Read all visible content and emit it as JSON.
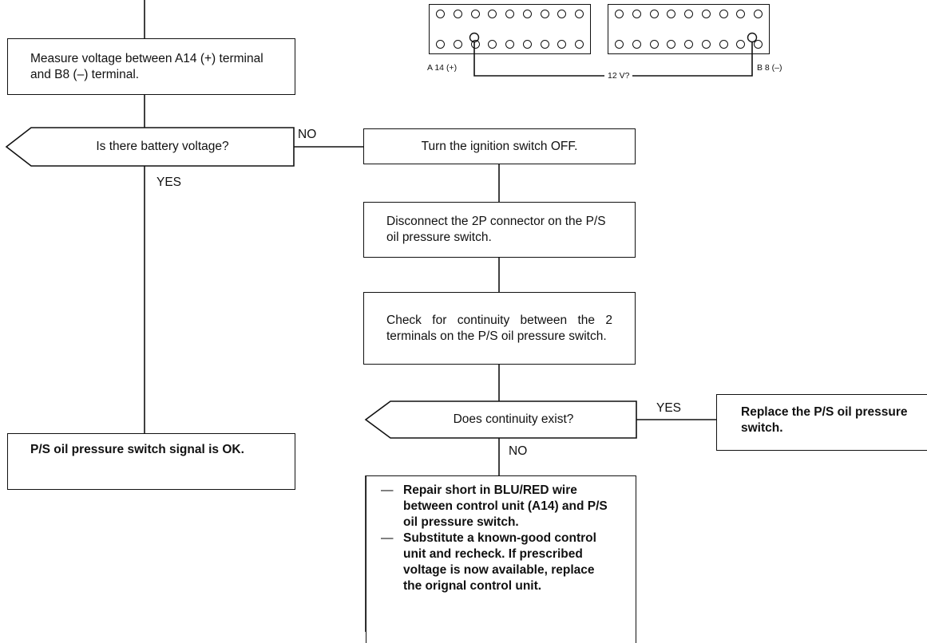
{
  "connector": {
    "left_terminal_label": "A 14 (+)",
    "right_terminal_label": "B 8 (–)",
    "voltage_label": "12 V?",
    "pins_per_row": 9
  },
  "steps": {
    "measure_voltage": "Measure voltage between A14 (+) terminal and B8 (–) terminal.",
    "battery_question": "Is there battery voltage?",
    "ignition_off": "Turn the ignition switch OFF.",
    "disconnect_connector": "Disconnect the 2P connector on the P/S oil pressure switch.",
    "check_continuity": "Check for continuity between the 2 terminals on the P/S oil pressure switch.",
    "continuity_question": "Does continuity exist?",
    "replace_switch": "Replace the P/S oil pressure switch.",
    "signal_ok": "P/S oil pressure switch signal is OK.",
    "repair_items": [
      "Repair short in BLU/RED wire between control unit (A14) and P/S oil pressure switch.",
      "Substitute a known-good control unit and recheck. If prescribed voltage is now available, replace the orignal control unit."
    ]
  },
  "branch_labels": {
    "battery_no": "NO",
    "battery_yes": "YES",
    "continuity_yes": "YES",
    "continuity_no": "NO"
  }
}
